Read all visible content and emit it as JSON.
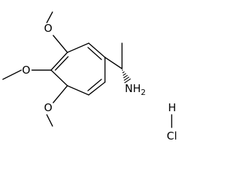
{
  "labels": {
    "methoxy_top": "O",
    "methoxy_left": "O",
    "methoxy_bottom": "O",
    "amine": "NH",
    "amine_subscript": "2",
    "hcl_h": "H",
    "hcl_cl": "Cl"
  }
}
